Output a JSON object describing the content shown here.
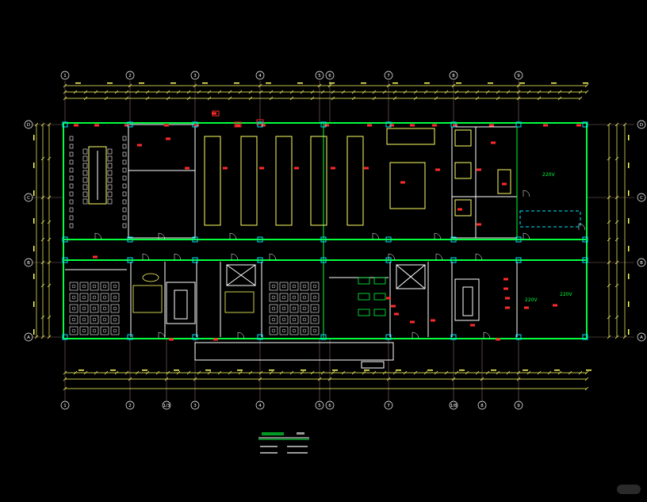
{
  "axes_top": [
    "1",
    "2",
    "3",
    "4",
    "5",
    "6",
    "7",
    "8",
    "9"
  ],
  "axes_bottom": [
    "1",
    "2",
    "1/3",
    "3",
    "4",
    "5",
    "6",
    "7",
    "1/8",
    "8",
    "9"
  ],
  "axes_left": [
    "D",
    "C",
    "B",
    "A"
  ],
  "axes_right": [
    "D",
    "C",
    "B",
    "A"
  ],
  "voltage_labels": [
    "220V",
    "220V",
    "220V"
  ],
  "colors": {
    "wall": "#00ff3c",
    "grid": "#8a6a6a",
    "furniture": "#ffff66",
    "equipment": "#ff2b2b",
    "dim": "#ffff66",
    "cyan": "#00e5ff",
    "white": "#ffffff",
    "magenta": "#ff33ff"
  }
}
